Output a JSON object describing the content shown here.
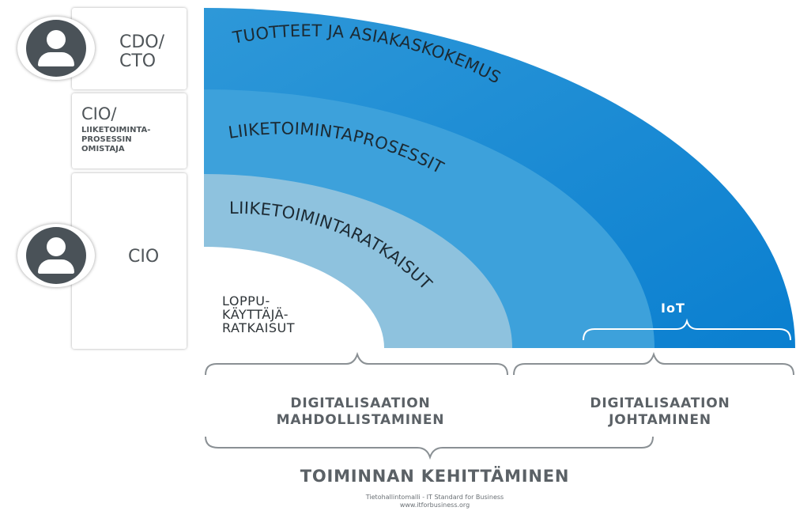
{
  "roles": {
    "top": "CDO/\nCTO",
    "middle_title": "CIO/",
    "middle_subtitle": "LIIKETOIMINTA-\nPROSESSIN\nOMISTAJA",
    "bottom": "CIO"
  },
  "layers": {
    "outer": "TUOTTEET JA ASIAKASKOKEMUS",
    "second": "LIIKETOIMINTAPROSESSIT",
    "third": "LIIKETOIMINTARATKAISUT",
    "core": "LOPPU-\nKÄYTTÄJÄ-\nRATKAISUT"
  },
  "iot_label": "IoT",
  "bottom": {
    "enable": "DIGITALISAATION\nMAHDOLLISTAMINEN",
    "lead": "DIGITALISAATION\nJOHTAMINEN",
    "development": "TOIMINNAN KEHITTÄMINEN"
  },
  "footer": {
    "line1": "Tietohallintomalli - IT Standard for Business",
    "line2": "www.itforbusiness.org"
  },
  "colors": {
    "outer": "#0a7fd0",
    "second": "#3da1db",
    "third": "#8ec2de",
    "core": "#ffffff",
    "text_dark": "#1c2a33",
    "text_gray": "#5b6166"
  },
  "icons": [
    "user-avatar-icon",
    "user-avatar-icon"
  ]
}
